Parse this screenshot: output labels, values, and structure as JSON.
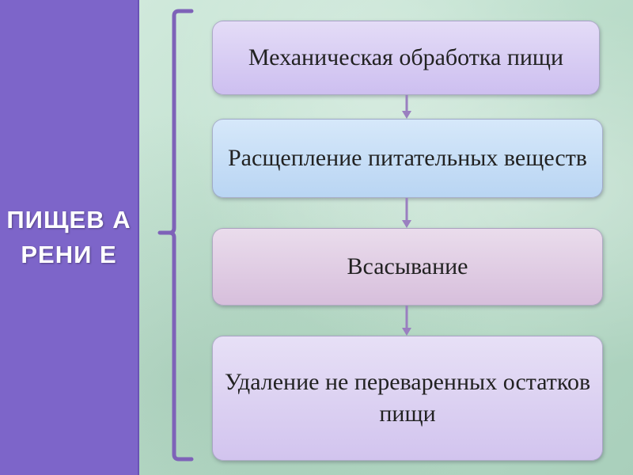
{
  "left_panel": {
    "title": "ПИЩЕВ АРЕНИ Е"
  },
  "steps": [
    {
      "label": "Механическая обработка пищи"
    },
    {
      "label": "Расщепление питательных веществ"
    },
    {
      "label": "Всасывание"
    },
    {
      "label": "Удаление не переваренных остатков пищи"
    }
  ],
  "colors": {
    "panel": "#7d65c9",
    "bracket": "#7e62b8",
    "arrow": "#9a7fc0",
    "step1": "#cdbff0",
    "step2": "#b9d5f3",
    "step3": "#d7bfdc",
    "step4": "#d2c4ee"
  }
}
